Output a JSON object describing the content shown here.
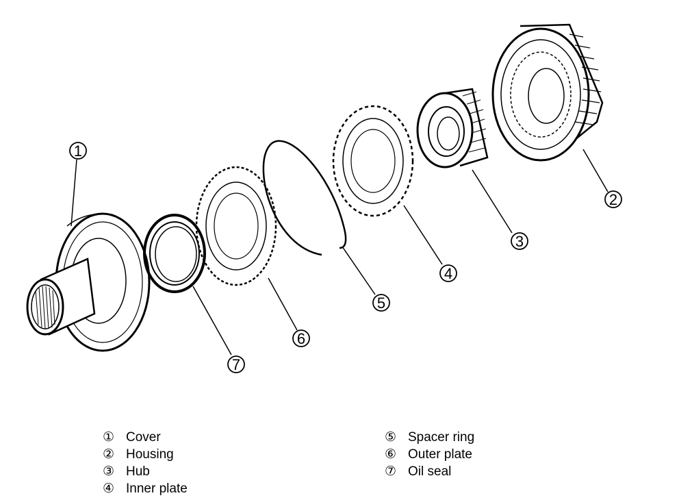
{
  "callouts": [
    {
      "num": "1",
      "label": "Cover"
    },
    {
      "num": "2",
      "label": "Housing"
    },
    {
      "num": "3",
      "label": "Hub"
    },
    {
      "num": "4",
      "label": "Inner plate"
    },
    {
      "num": "5",
      "label": "Spacer ring"
    },
    {
      "num": "6",
      "label": "Outer plate"
    },
    {
      "num": "7",
      "label": "Oil seal"
    }
  ],
  "legend_markers": [
    "①",
    "②",
    "③",
    "④",
    "⑤",
    "⑥",
    "⑦"
  ]
}
